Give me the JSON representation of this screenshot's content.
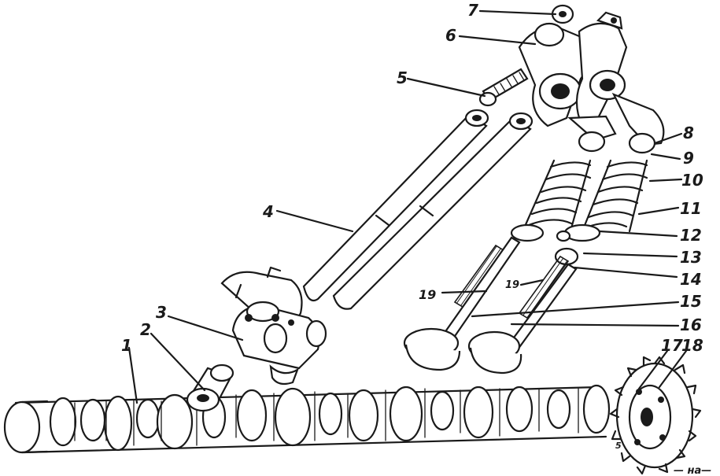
{
  "figure": {
    "labels": [
      {
        "id": "1",
        "text": "1"
      },
      {
        "id": "2",
        "text": "2"
      },
      {
        "id": "3",
        "text": "3"
      },
      {
        "id": "4",
        "text": "4"
      },
      {
        "id": "5",
        "text": "5"
      },
      {
        "id": "6",
        "text": "6"
      },
      {
        "id": "7",
        "text": "7"
      },
      {
        "id": "8",
        "text": "8"
      },
      {
        "id": "9",
        "text": "9"
      },
      {
        "id": "10",
        "text": "10"
      },
      {
        "id": "11",
        "text": "11"
      },
      {
        "id": "12",
        "text": "12"
      },
      {
        "id": "13",
        "text": "13"
      },
      {
        "id": "14",
        "text": "14"
      },
      {
        "id": "15",
        "text": "15"
      },
      {
        "id": "16",
        "text": "16"
      },
      {
        "id": "17",
        "text": "17"
      },
      {
        "id": "18",
        "text": "18"
      },
      {
        "id": "19a",
        "text": "19"
      },
      {
        "id": "19b",
        "text": "19"
      }
    ],
    "footer_text": "— на—"
  },
  "colors": {
    "ink": "#1a1a1a",
    "paper": "#ffffff"
  }
}
